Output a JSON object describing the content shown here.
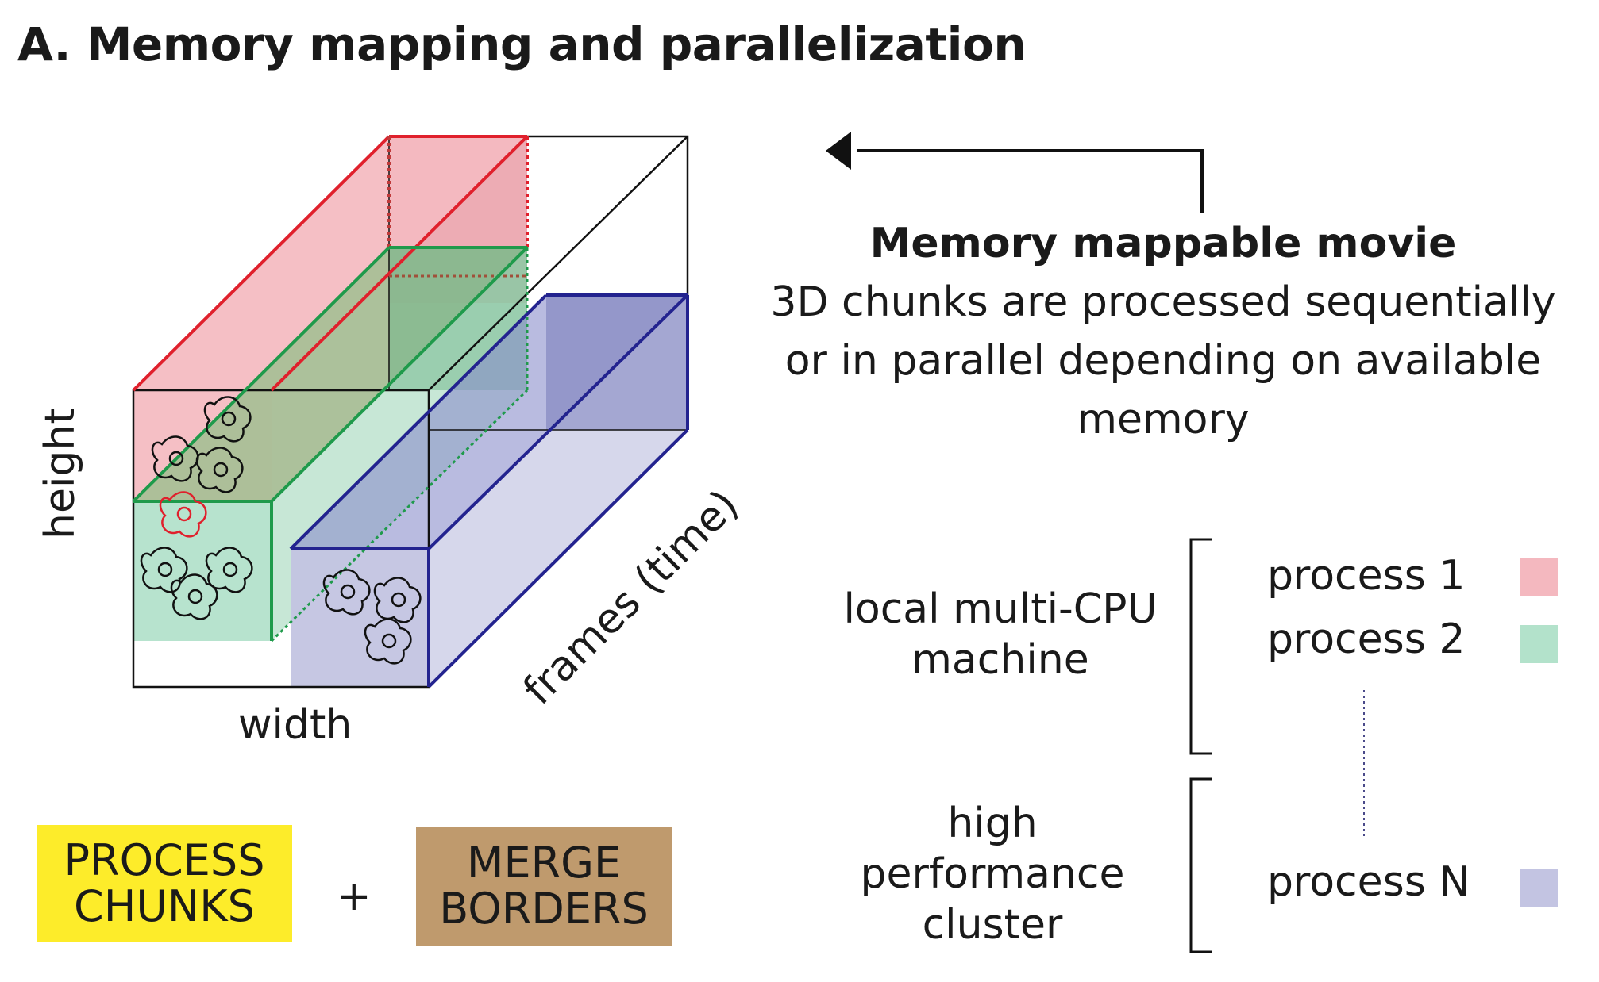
{
  "title": "A. Memory mapping and parallelization",
  "movie": {
    "heading": "Memory mappable movie",
    "line1": "3D chunks are processed sequentially",
    "line2": "or in parallel depending on available",
    "line3": "memory"
  },
  "axes": {
    "height": "height",
    "width": "width",
    "frames": "frames (time)"
  },
  "groups": {
    "local_line1": "local multi-CPU",
    "local_line2": "machine",
    "cluster_line1": "high",
    "cluster_line2": "performance",
    "cluster_line3": "cluster"
  },
  "processes": [
    {
      "label": "process 1",
      "color": "#f4b8bf"
    },
    {
      "label": "process 2",
      "color": "#b3e2cb"
    },
    {
      "label": "process N",
      "color": "#c3c4e2"
    }
  ],
  "buttons": {
    "process_chunks_1": "PROCESS",
    "process_chunks_2": "CHUNKS",
    "plus": "+",
    "merge_borders_1": "MERGE",
    "merge_borders_2": "BORDERS"
  },
  "colors": {
    "red": "#e0202c",
    "green": "#1f9a4b",
    "blue": "#23238f",
    "yellow": "#fdec2a",
    "brown": "#bf9a6d"
  }
}
